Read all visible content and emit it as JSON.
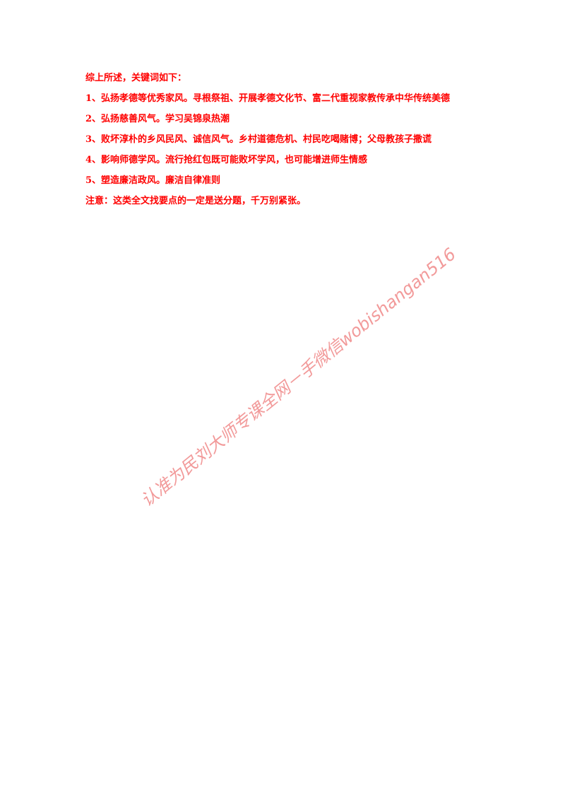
{
  "document": {
    "lines": [
      "综上所述，关键词如下：",
      "1、弘扬孝德等优秀家风。寻根祭祖、开展孝德文化节、富二代重视家教传承中华传统美德",
      "2、弘扬慈善风气。学习吴锦泉热潮",
      "3、败坏淳朴的乡风民风、诚信风气。乡村道德危机、村民吃喝赌博；父母教孩子撒谎",
      "4、影响师德学风。流行抢红包既可能败坏学风，也可能增进师生情感",
      "5、塑造廉洁政风。廉洁自律准则",
      "注意：这类全文找要点的一定是送分题，千万别紧张。"
    ],
    "text_color": "#ff0000"
  },
  "watermark": {
    "text": "认准为民刘大师专课全网－手微信wobishangan516",
    "color": "#f29a9a"
  }
}
